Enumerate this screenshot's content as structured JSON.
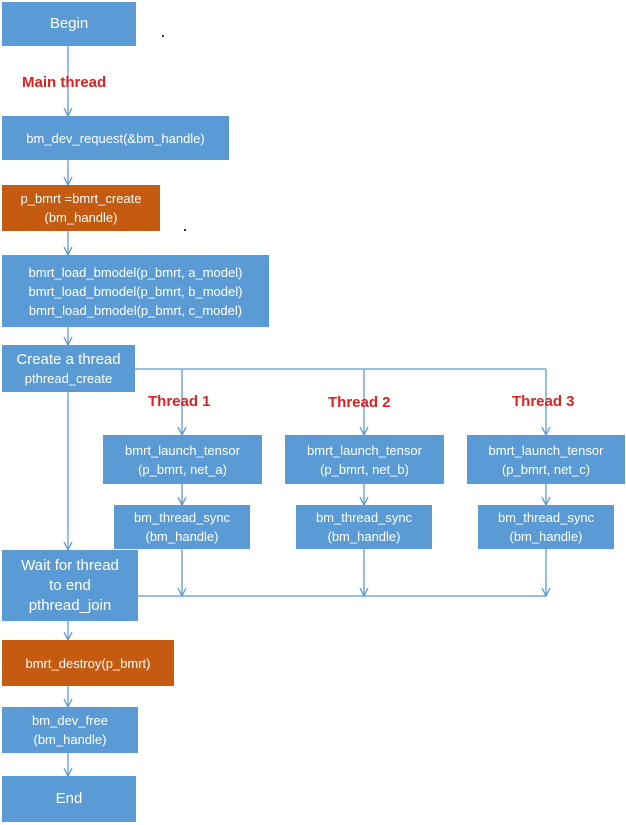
{
  "labels": {
    "main_thread": "Main thread",
    "thread_1": "Thread 1",
    "thread_2": "Thread 2",
    "thread_3": "Thread 3"
  },
  "boxes": {
    "begin": "Begin",
    "dev_request": "bm_dev_request(&bm_handle)",
    "bmrt_create": [
      "p_bmrt =bmrt_create",
      "(bm_handle)"
    ],
    "load_bmodel": [
      "bmrt_load_bmodel(p_bmrt, a_model)",
      "bmrt_load_bmodel(p_bmrt, b_model)",
      "bmrt_load_bmodel(p_bmrt, c_model)"
    ],
    "create_thread": [
      "Create a thread",
      "pthread_create"
    ],
    "launch_tensor_1": [
      "bmrt_launch_tensor",
      "(p_bmrt, net_a)"
    ],
    "launch_tensor_2": [
      "bmrt_launch_tensor",
      "(p_bmrt, net_b)"
    ],
    "launch_tensor_3": [
      "bmrt_launch_tensor",
      "(p_bmrt, net_c)"
    ],
    "thread_sync_1": [
      "bm_thread_sync",
      "(bm_handle)"
    ],
    "thread_sync_2": [
      "bm_thread_sync",
      "(bm_handle)"
    ],
    "thread_sync_3": [
      "bm_thread_sync",
      "(bm_handle)"
    ],
    "wait_thread": [
      "Wait  for thread",
      "to end",
      "pthread_join"
    ],
    "bmrt_destroy": "bmrt_destroy(p_bmrt)",
    "dev_free": [
      "bm_dev_free",
      "(bm_handle)"
    ],
    "end": "End"
  },
  "colors": {
    "box_blue": "#5b9bd5",
    "box_orange": "#c55a11",
    "connector": "#5b9bd5",
    "label_red": "#e02020"
  }
}
